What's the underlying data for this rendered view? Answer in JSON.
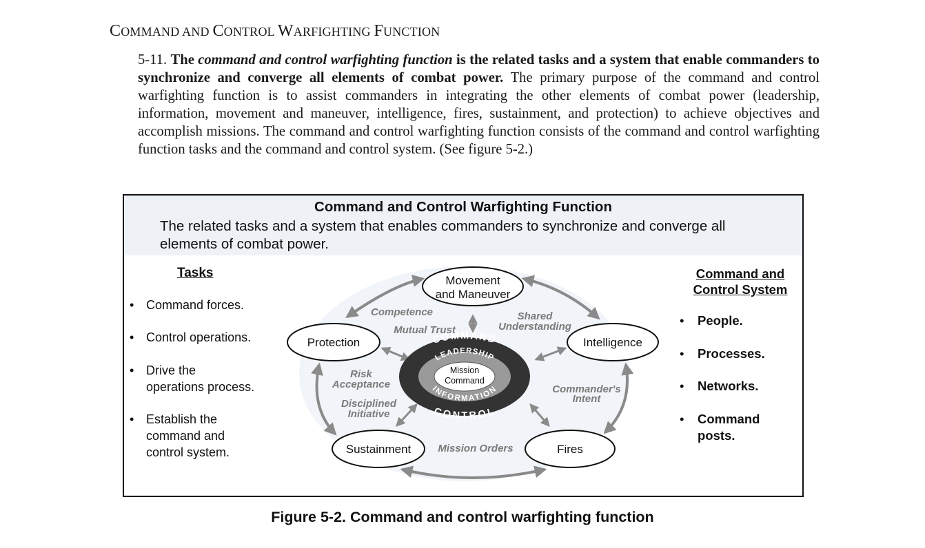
{
  "section": {
    "heading_parts": [
      {
        "text": "C",
        "size": "big"
      },
      {
        "text": "OMMAND AND ",
        "size": "small"
      },
      {
        "text": "C",
        "size": "big"
      },
      {
        "text": "ONTROL ",
        "size": "small"
      },
      {
        "text": "W",
        "size": "big"
      },
      {
        "text": "ARFIGHTING ",
        "size": "small"
      },
      {
        "text": "F",
        "size": "big"
      },
      {
        "text": "UNCTION",
        "size": "small"
      }
    ]
  },
  "paragraph": {
    "number": "5-11.",
    "bold_lead_1": "The",
    "bold_italic_term": "command and control warfighting function",
    "bold_lead_2": "is the related tasks and a system that enable commanders to synchronize and converge all elements of combat power.",
    "body": "The primary purpose of the command and control warfighting function is to assist commanders in integrating the other elements of combat power (leadership, information, movement and maneuver, intelligence, fires, sustainment, and protection) to achieve objectives and accomplish missions. The command and control warfighting function consists of the command and control warfighting function tasks and the command and control system. (See figure 5-2.)"
  },
  "figure": {
    "title": "Command and Control Warfighting Function",
    "description": "The related tasks and a system that enables commanders to synchronize and converge all elements of combat power.",
    "tasks": {
      "heading": "Tasks",
      "bullet": "•",
      "items": [
        [
          "Command forces."
        ],
        [
          "Control operations."
        ],
        [
          "Drive the",
          "operations process."
        ],
        [
          "Establish the",
          "command and",
          "control system."
        ]
      ]
    },
    "system": {
      "heading_lines": [
        "Command and",
        "Control System"
      ],
      "bullet": "•",
      "items": [
        [
          "People."
        ],
        [
          "Processes."
        ],
        [
          "Networks."
        ],
        [
          "Command",
          "posts."
        ]
      ]
    },
    "nodes": {
      "movement": [
        "Movement",
        "and Maneuver"
      ],
      "protection": "Protection",
      "intelligence": "Intelligence",
      "sustainment": "Sustainment",
      "fires": "Fires"
    },
    "center": {
      "outer_top": "COMMAND",
      "outer_bottom": "CONTROL",
      "middle_top": "LEADERSHIP",
      "middle_bottom": "INFORMATION",
      "inner": [
        "Mission",
        "Command"
      ]
    },
    "relations": {
      "competence": "Competence",
      "mutual_trust": "Mutual Trust",
      "shared_understanding": [
        "Shared",
        "Understanding"
      ],
      "risk_acceptance": [
        "Risk",
        "Acceptance"
      ],
      "disciplined_initiative": [
        "Disciplined",
        "Initiative"
      ],
      "commanders_intent": [
        "Commander's",
        "Intent"
      ],
      "mission_orders": "Mission Orders"
    },
    "colors": {
      "header_bg": "#eef2f7",
      "arrow_gray": "#8a8a8a",
      "label_gray": "#7a7a7a",
      "ring_dark": "#333333",
      "ring_mid": "#9a9a9a",
      "wheel_bg": "#f1f4f8"
    },
    "caption": "Figure 5-2. Command and control warfighting function"
  }
}
